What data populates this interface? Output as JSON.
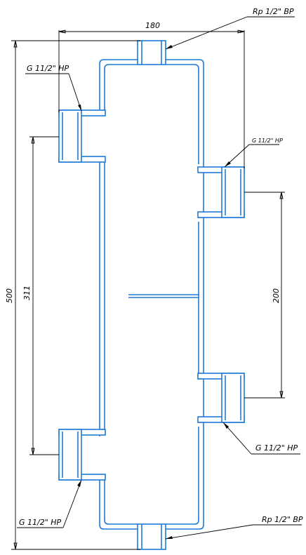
{
  "dimensions": {
    "width_180": "180",
    "height_500": "500",
    "pitch_311": "311",
    "pitch_200": "200"
  },
  "callouts": {
    "top_connection": "Rp 1/2\" ВР",
    "bottom_connection": "Rp 1/2\" ВР",
    "left_top_port": "G 11/2\" НР",
    "left_bottom_port": "G 11/2\" НР",
    "right_top_port": "G 11/2\" НР",
    "right_bottom_port": "G 11/2\" НР"
  },
  "colors": {
    "outline": "#1e7bd9",
    "dimension_lines": "#000000"
  }
}
